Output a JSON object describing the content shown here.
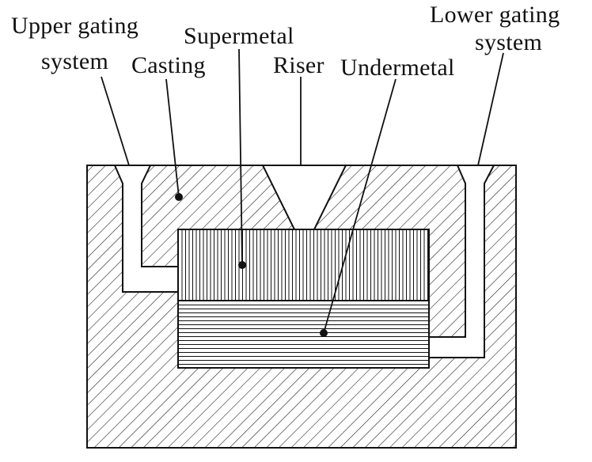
{
  "labels": {
    "upper_gating_line1": "Upper gating",
    "upper_gating_line2": "system",
    "casting": "Casting",
    "supermetal": "Supermetal",
    "riser": "Riser",
    "undermetal": "Undermetal",
    "lower_gating_line1": "Lower gating",
    "lower_gating_line2": "system"
  },
  "colors": {
    "ink": "#111111",
    "background": "#ffffff"
  }
}
